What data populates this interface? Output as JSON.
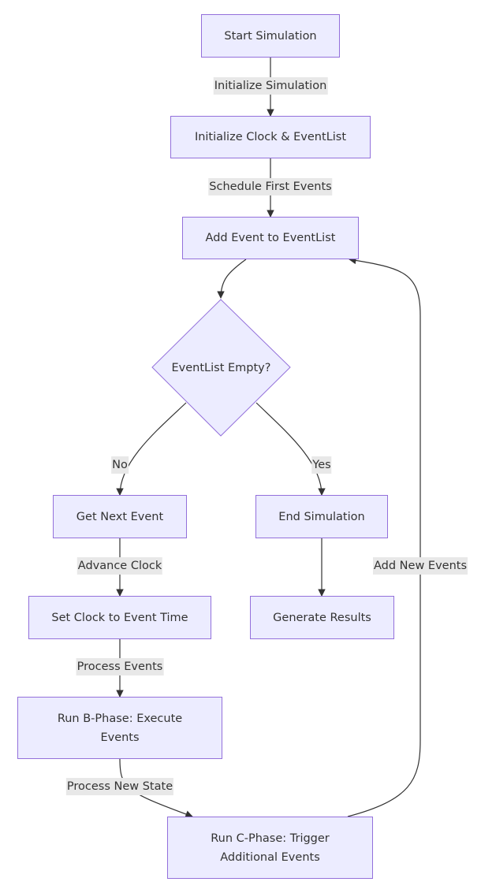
{
  "nodes": {
    "start": "Start Simulation",
    "init_clock": "Initialize Clock & EventList",
    "add_event": "Add Event to EventList",
    "decision": "EventList Empty?",
    "get_next": "Get Next Event",
    "end_sim": "End Simulation",
    "set_clock": "Set Clock to Event Time",
    "gen_results": "Generate Results",
    "b_phase_1": "Run B-Phase: Execute",
    "b_phase_2": "Events",
    "c_phase_1": "Run C-Phase: Trigger",
    "c_phase_2": "Additional Events"
  },
  "edges": {
    "init_sim": "Initialize Simulation",
    "schedule": "Schedule First Events",
    "no": "No",
    "yes": "Yes",
    "advance": "Advance Clock",
    "process": "Process Events",
    "process_state": "Process New State",
    "add_new": "Add New Events"
  },
  "colors": {
    "node_fill": "#ececff",
    "node_stroke": "#9370db",
    "edge_stroke": "#333333",
    "label_bg": "#e8e8e8"
  }
}
